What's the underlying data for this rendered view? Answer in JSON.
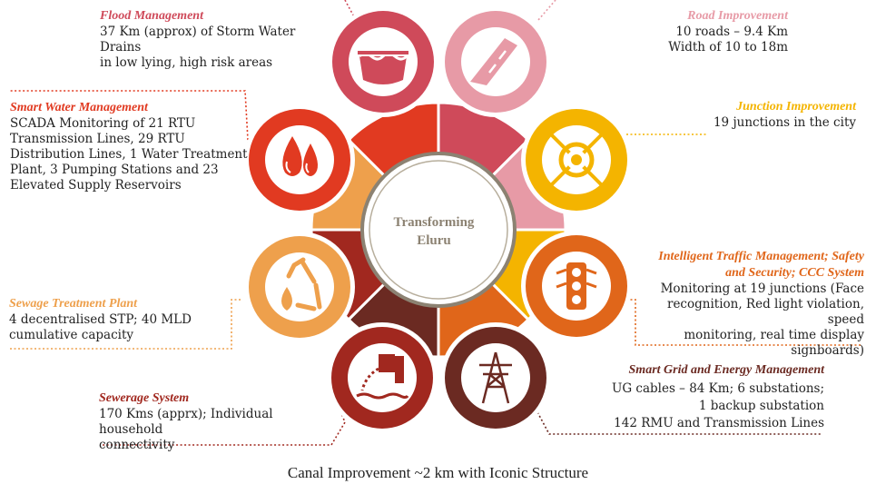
{
  "center": {
    "line1": "Transforming",
    "line2": "Eluru"
  },
  "caption": "Canal Improvement  ~2 km with Iconic Structure",
  "colors": {
    "flood": "#cf4a5a",
    "road": "#e79aa6",
    "junction": "#f4b400",
    "traffic": "#e0661a",
    "grid": "#6b2a22",
    "sewerage": "#a1281f",
    "sewage_plant": "#eea04c",
    "water": "#e13a21"
  },
  "segments": [
    {
      "id": "flood",
      "title": "Flood Management",
      "lines": [
        "37 Km (approx) of Storm Water Drains",
        "in low lying, high risk areas"
      ],
      "icon": "water-bowl-icon"
    },
    {
      "id": "road",
      "title": "Road Improvement",
      "lines": [
        "10 roads – 9.4 Km",
        "Width of 10 to 18m"
      ],
      "icon": "road-icon"
    },
    {
      "id": "junction",
      "title": "Junction Improvement",
      "lines": [
        "19 junctions in the city"
      ],
      "icon": "roundabout-icon"
    },
    {
      "id": "traffic",
      "title": "Intelligent Traffic Management; Safety and Security; CCC System",
      "lines": [
        "Monitoring at 19 junctions (Face",
        "recognition, Red light violation, speed",
        "monitoring, real time display",
        "signboards)"
      ],
      "icon": "traffic-light-icon"
    },
    {
      "id": "grid",
      "title": "Smart Grid and Energy Management",
      "lines": [
        "UG cables – 84 Km; 6 substations;",
        "1 backup substation",
        "142 RMU and Transmission Lines"
      ],
      "icon": "power-tower-icon"
    },
    {
      "id": "sewerage",
      "title": "Sewerage System",
      "lines": [
        "170 Kms (apprx); Individual household",
        "connectivity"
      ],
      "icon": "drain-pipe-icon"
    },
    {
      "id": "sewage_plant",
      "title": "Sewage Treatment Plant",
      "lines": [
        "4 decentralised STP; 40 MLD",
        "cumulative capacity"
      ],
      "icon": "recycle-drop-icon"
    },
    {
      "id": "water",
      "title": "Smart Water Management",
      "lines": [
        "SCADA Monitoring of 21 RTU",
        "Transmission Lines, 29 RTU",
        "Distribution Lines, 1 Water Treatment",
        "Plant, 3 Pumping Stations and 23",
        "Elevated Supply Reservoirs"
      ],
      "icon": "water-drops-icon"
    }
  ]
}
